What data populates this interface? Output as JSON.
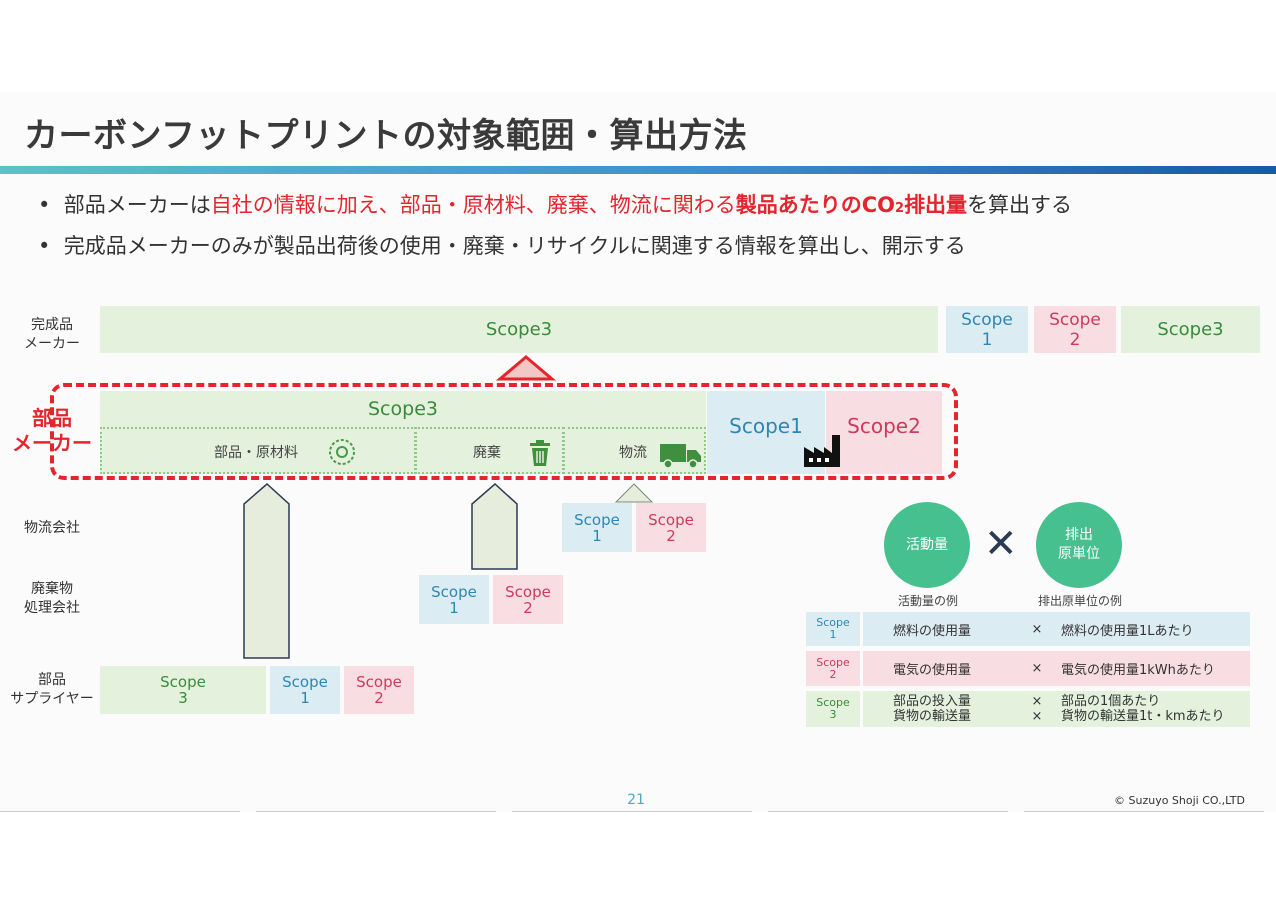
{
  "title": "カーボンフットプリントの対象範囲・算出方法",
  "bullets": {
    "b1": {
      "pre": "部品メーカーは",
      "red1": "自社の情報に加え、部品・原材料、廃棄、物流に関わる",
      "red2": "製品あたりのCO",
      "sub": "2",
      "red3": "排出量",
      "post": "を算出する"
    },
    "b2": "完成品メーカーのみが製品出荷後の使用・廃棄・リサイクルに関連する情報を算出し、開示する"
  },
  "rows": {
    "kanseihin": "完成品\nメーカー",
    "buhin": "部品\nメーカー",
    "butsuryu": "物流会社",
    "haiki": "廃棄物\n処理会社",
    "supplier": "部品\nサプライヤー"
  },
  "kanseihin": {
    "scope3_left": "Scope3",
    "scope1": "Scope\n1",
    "scope2": "Scope\n2",
    "scope3_right": "Scope3"
  },
  "buhin": {
    "scope3": "Scope3",
    "scope1": "Scope1",
    "scope2": "Scope2",
    "sub_parts": "部品・原材料",
    "sub_waste": "廃棄",
    "sub_logistics": "物流"
  },
  "logistics_scopes": {
    "s1": "Scope\n1",
    "s2": "Scope\n2"
  },
  "waste_scopes": {
    "s1": "Scope\n1",
    "s2": "Scope\n2"
  },
  "supplier_scopes": {
    "s3": "Scope\n3",
    "s1": "Scope\n1",
    "s2": "Scope\n2"
  },
  "formula": {
    "activity": "活動量",
    "factor": "排出\n原単位",
    "times": "✕",
    "activity_example": "活動量の例",
    "factor_example": "排出原単位の例"
  },
  "table": [
    {
      "scope": "Scope\n1",
      "activity": "燃料の使用量",
      "x": "×",
      "factor": "燃料の使用量1Lあたり"
    },
    {
      "scope": "Scope\n2",
      "activity": "電気の使用量",
      "x": "×",
      "factor": "電気の使用量1kWhあたり"
    },
    {
      "scope": "Scope\n3",
      "activity": "部品の投入量\n貨物の輸送量",
      "x": "×\n×",
      "factor": "部品の1個あたり\n貨物の輸送量1t・kmあたり"
    }
  ],
  "page_number": "21",
  "copyright": "© Suzuyo Shoji CO.,LTD",
  "colors": {
    "accent_red": "#e3262e",
    "scope3_green": "#e3f1dd",
    "scope1_blue": "#dcecf3",
    "scope2_pink": "#f8dde3",
    "circle_green": "#46c08f"
  }
}
